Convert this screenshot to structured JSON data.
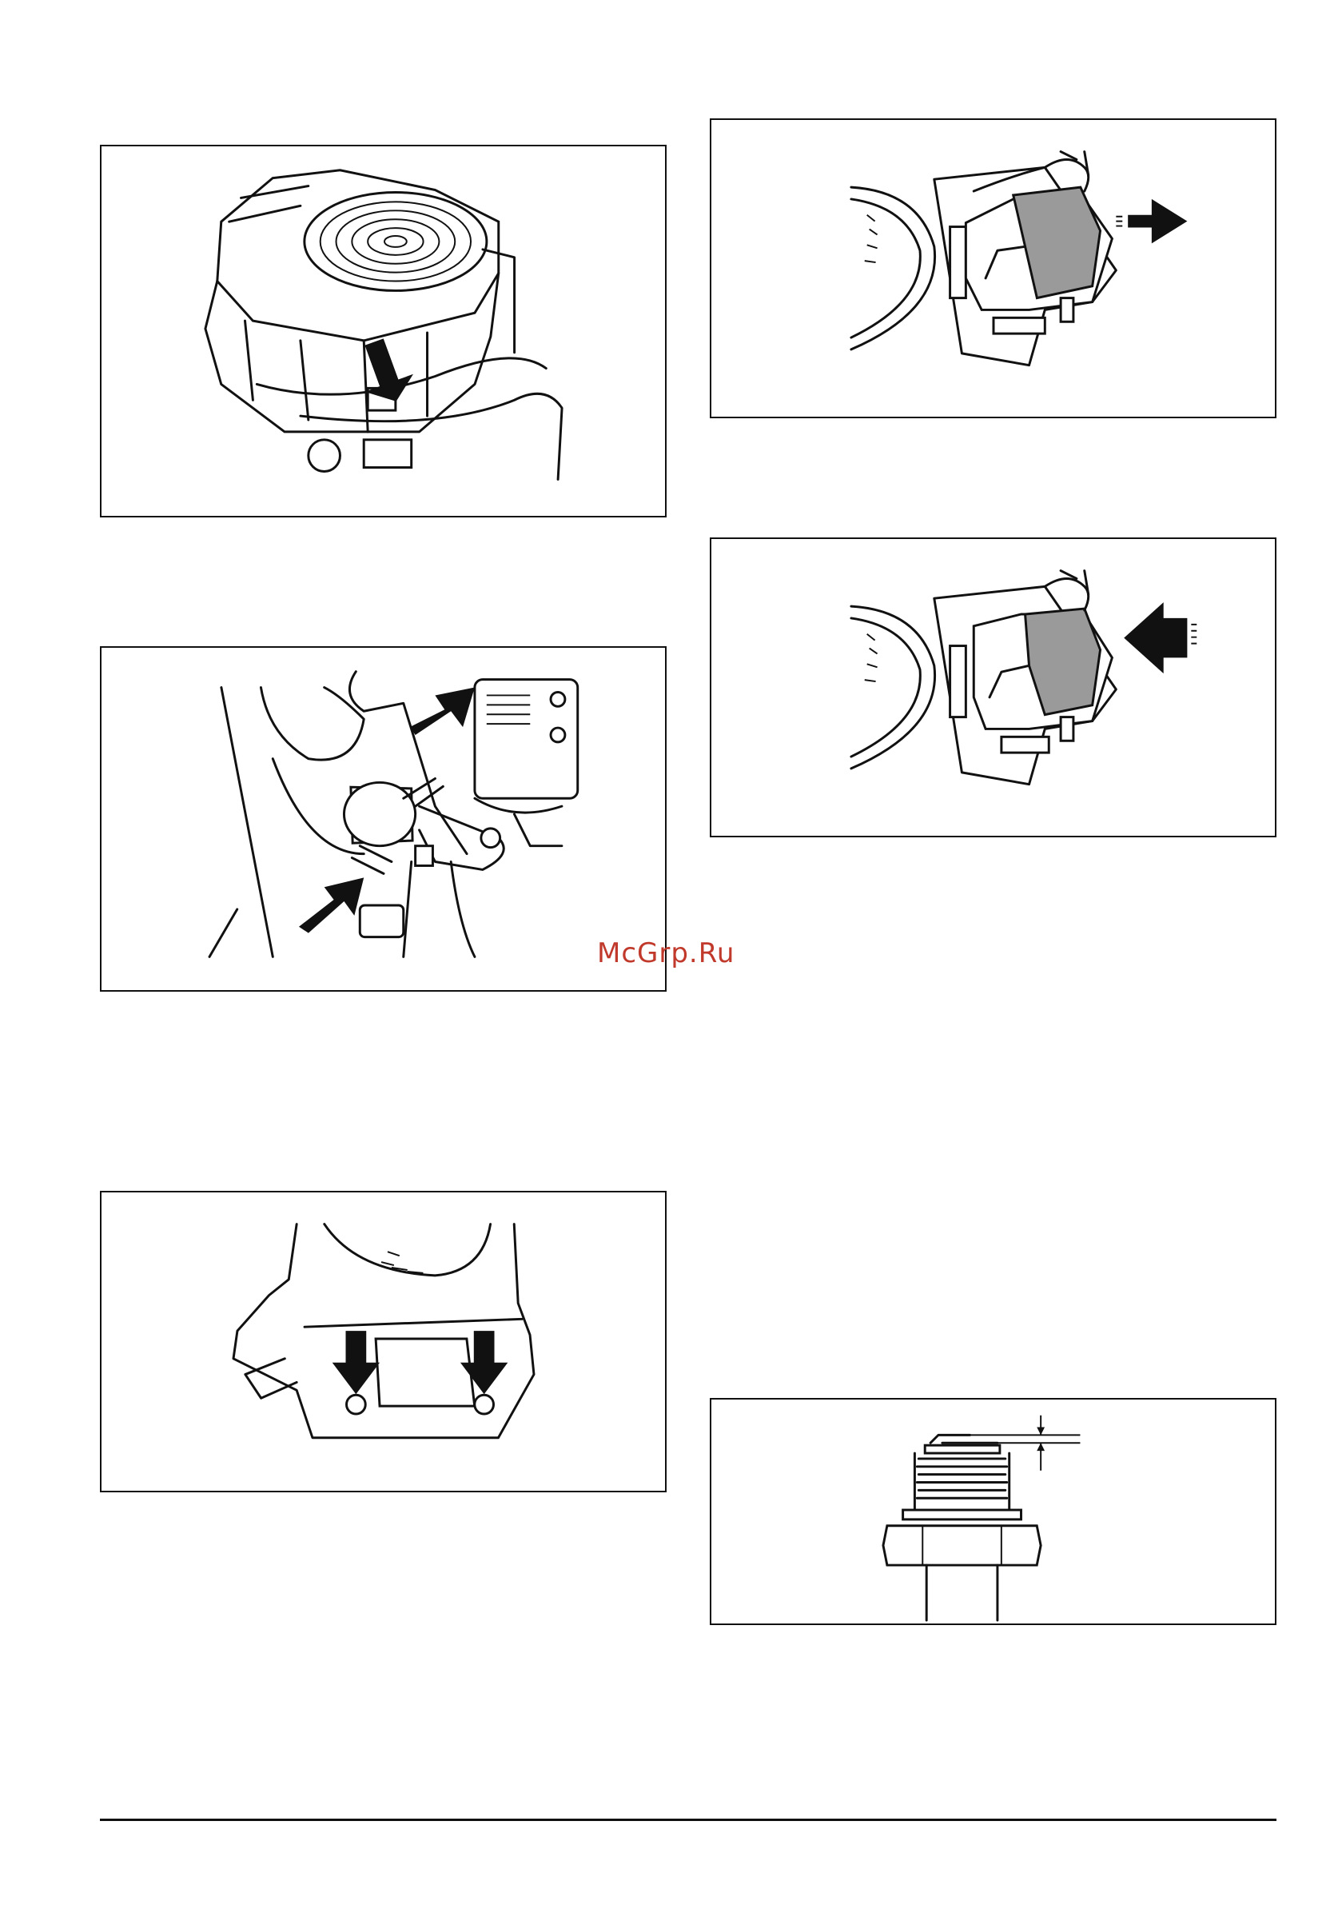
{
  "watermark": {
    "text": "McGrp.Ru",
    "color": "#c0392b"
  },
  "figures": [
    {
      "id": "engine",
      "icon": "engine-fuel-line-arrow-icon"
    },
    {
      "id": "fuel-filter",
      "icon": "fuel-filter-clamps-icon"
    },
    {
      "id": "cover-screws",
      "icon": "cover-screws-arrows-icon"
    },
    {
      "id": "airfilter-out",
      "icon": "air-filter-removal-icon"
    },
    {
      "id": "airfilter-in",
      "icon": "air-filter-insert-icon"
    },
    {
      "id": "spark-plug",
      "icon": "spark-plug-gap-icon"
    }
  ]
}
